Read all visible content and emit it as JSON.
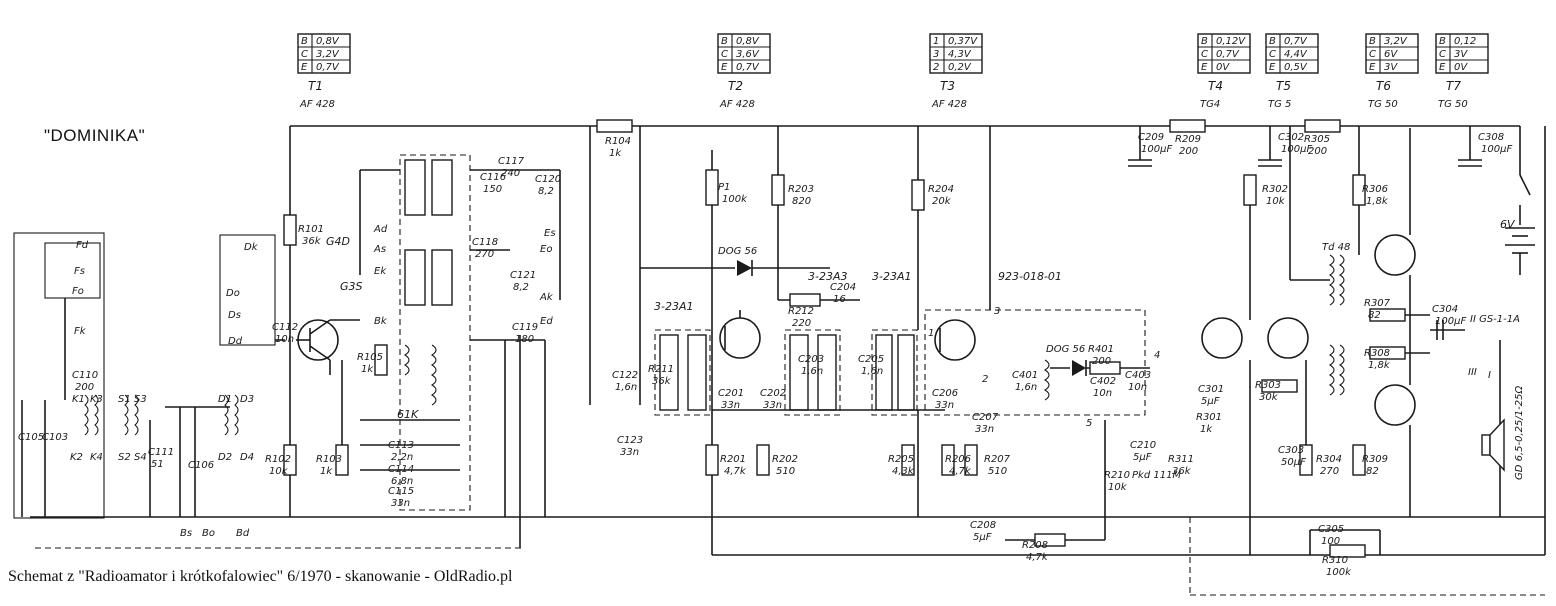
{
  "title": "\"DOMINIKA\"",
  "caption": "Schemat z \"Radioamator i krótkofalowiec\" 6/1970 - skanowanie - OldRadio.pl",
  "transistors": [
    {
      "id": "T1",
      "type": "AF 428",
      "bias": [
        [
          "B",
          "0,8V"
        ],
        [
          "C",
          "3,2V"
        ],
        [
          "E",
          "0,7V"
        ]
      ]
    },
    {
      "id": "T2",
      "type": "AF 428",
      "bias": [
        [
          "B",
          "0,8V"
        ],
        [
          "C",
          "3,6V"
        ],
        [
          "E",
          "0,7V"
        ]
      ]
    },
    {
      "id": "T3",
      "type": "AF 428",
      "bias": [
        [
          "1",
          "0,37V"
        ],
        [
          "3",
          "4,3V"
        ],
        [
          "2",
          "0,2V"
        ]
      ]
    },
    {
      "id": "T4",
      "type": "TG4",
      "bias": [
        [
          "B",
          "0,12V"
        ],
        [
          "C",
          "0,7V"
        ],
        [
          "E",
          "0V"
        ]
      ]
    },
    {
      "id": "T5",
      "type": "TG 5",
      "bias": [
        [
          "B",
          "0,7V"
        ],
        [
          "C",
          "4,4V"
        ],
        [
          "E",
          "0,5V"
        ]
      ]
    },
    {
      "id": "T6",
      "type": "TG 50",
      "bias": [
        [
          "B",
          "3,2V"
        ],
        [
          "C",
          "6V"
        ],
        [
          "E",
          "3V"
        ]
      ]
    },
    {
      "id": "T7",
      "type": "TG 50",
      "bias": [
        [
          "B",
          "0,12"
        ],
        [
          "C",
          "3V"
        ],
        [
          "E",
          "0V"
        ]
      ]
    }
  ],
  "resistors": [
    {
      "name": "R101",
      "value": "36k"
    },
    {
      "name": "R102",
      "value": "10k"
    },
    {
      "name": "R103",
      "value": "1k"
    },
    {
      "name": "R104",
      "value": "1k"
    },
    {
      "name": "R105",
      "value": "1k"
    },
    {
      "name": "R201",
      "value": "4,7k"
    },
    {
      "name": "R202",
      "value": "510"
    },
    {
      "name": "R203",
      "value": "820"
    },
    {
      "name": "R204",
      "value": "20k"
    },
    {
      "name": "R205",
      "value": "4,3k"
    },
    {
      "name": "R206",
      "value": "4,7k"
    },
    {
      "name": "R207",
      "value": "510"
    },
    {
      "name": "R208",
      "value": "4,7k"
    },
    {
      "name": "R209",
      "value": "200"
    },
    {
      "name": "R210",
      "value": "10k"
    },
    {
      "name": "R211",
      "value": "36k"
    },
    {
      "name": "R212",
      "value": "220"
    },
    {
      "name": "R301",
      "value": "1k"
    },
    {
      "name": "R302",
      "value": "10k"
    },
    {
      "name": "R303",
      "value": "30k"
    },
    {
      "name": "R304",
      "value": "270"
    },
    {
      "name": "R305",
      "value": "200"
    },
    {
      "name": "R306",
      "value": "1,8k"
    },
    {
      "name": "R307",
      "value": "82"
    },
    {
      "name": "R308",
      "value": "1,8k"
    },
    {
      "name": "R309",
      "value": "82"
    },
    {
      "name": "R310",
      "value": "100k"
    },
    {
      "name": "R311",
      "value": "36k"
    },
    {
      "name": "R401",
      "value": "200"
    },
    {
      "name": "P1",
      "value": "100k"
    }
  ],
  "capacitors": [
    {
      "name": "C103",
      "value": ""
    },
    {
      "name": "C105",
      "value": ""
    },
    {
      "name": "C106",
      "value": ""
    },
    {
      "name": "C110",
      "value": "200"
    },
    {
      "name": "C111",
      "value": "51"
    },
    {
      "name": "C112",
      "value": "10n"
    },
    {
      "name": "C113",
      "value": "2,2n"
    },
    {
      "name": "C114",
      "value": "6,8n"
    },
    {
      "name": "C115",
      "value": "33n"
    },
    {
      "name": "C116",
      "value": "150"
    },
    {
      "name": "C117",
      "value": "240"
    },
    {
      "name": "C118",
      "value": "270"
    },
    {
      "name": "C119",
      "value": "180"
    },
    {
      "name": "C120",
      "value": "8,2"
    },
    {
      "name": "C121",
      "value": "8,2"
    },
    {
      "name": "C122",
      "value": "1,6n"
    },
    {
      "name": "C123",
      "value": "33n"
    },
    {
      "name": "C201",
      "value": "33n"
    },
    {
      "name": "C202",
      "value": "33n"
    },
    {
      "name": "C203",
      "value": "1,6n"
    },
    {
      "name": "C204",
      "value": "16"
    },
    {
      "name": "C205",
      "value": "1,6n"
    },
    {
      "name": "C206",
      "value": "33n"
    },
    {
      "name": "C207",
      "value": "33n"
    },
    {
      "name": "C208",
      "value": "5µF"
    },
    {
      "name": "C209",
      "value": "100µF"
    },
    {
      "name": "C210",
      "value": "5µF"
    },
    {
      "name": "C301",
      "value": "5µF"
    },
    {
      "name": "C302",
      "value": "100µF"
    },
    {
      "name": "C303",
      "value": "50µF"
    },
    {
      "name": "C304",
      "value": "100µF"
    },
    {
      "name": "C305",
      "value": "100"
    },
    {
      "name": "C308",
      "value": "100µF"
    },
    {
      "name": "C401",
      "value": "1,6n"
    },
    {
      "name": "C402",
      "value": "10n"
    },
    {
      "name": "C403",
      "value": "10n"
    }
  ],
  "labels": {
    "g4d": "G4D",
    "g3s": "G3S",
    "k61": "61K",
    "if1": "3-23A1",
    "if2": "3-23A3",
    "if3": "3-23A1",
    "module": "923-018-01",
    "diode1": "DOG 56",
    "diode2": "DOG 56",
    "td": "Td 48",
    "battery": "6V",
    "jack": "II GS-1-1A",
    "speaker": "GD 6,5-0,25/1-25Ω",
    "pot": "Pkd 111M",
    "jack_i": "I",
    "jack_iii": "III",
    "sw": [
      "Fd",
      "Fs",
      "Fo",
      "Fk",
      "Dk",
      "Do",
      "Ds",
      "Dd",
      "Ad",
      "As",
      "Ek",
      "Ed",
      "Es",
      "Eo",
      "Ak",
      "Bk",
      "Bs",
      "Bo",
      "Bd"
    ],
    "coils": [
      "K1",
      "K2",
      "K3",
      "K4",
      "S1",
      "S2",
      "S3",
      "S4",
      "D1",
      "D2",
      "D3",
      "D4"
    ],
    "nodes": [
      "1",
      "2",
      "3",
      "4",
      "5"
    ]
  }
}
